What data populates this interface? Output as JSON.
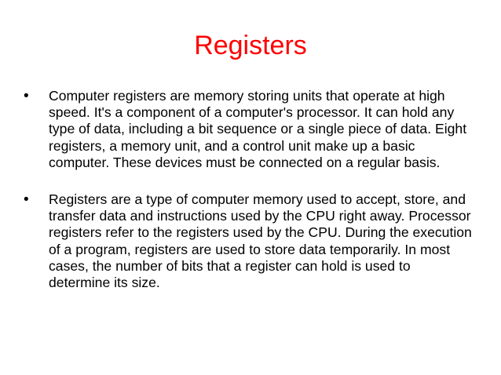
{
  "slide": {
    "title": "Registers",
    "bullet_marker": "•",
    "bullets": [
      {
        "text": "Computer registers are memory storing units that operate at high speed. It's a component of a computer's processor. It can hold any type of data, including a bit sequence or a single piece of data. Eight registers, a memory unit, and a control unit make up a basic computer. These devices must be connected on a regular basis."
      },
      {
        "text": "Registers are a type of computer memory used to accept, store, and transfer data and instructions used by the CPU right away. Processor registers refer to the registers used by the CPU. During the execution of a program, registers are used to store data temporarily. In most cases, the number of bits that a register can hold is used to determine its size."
      }
    ]
  },
  "colors": {
    "title": "#ff0000",
    "body_text": "#000000",
    "background": "#ffffff"
  }
}
